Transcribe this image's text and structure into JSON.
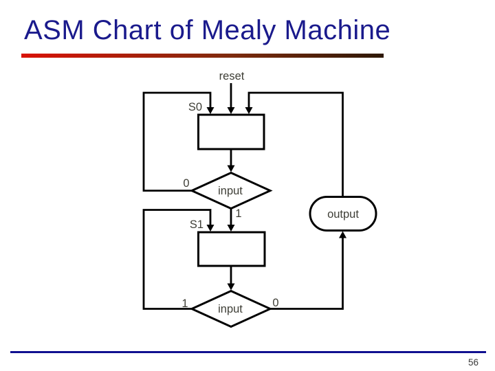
{
  "slide": {
    "title": "ASM Chart of Mealy Machine",
    "page_number": "56"
  },
  "colors": {
    "title": "#1a1a8c",
    "accent_bar_from": "#d91305",
    "accent_bar_mid": "#7e2b0e",
    "accent_bar_to": "#2d1804",
    "footer_line": "#101090",
    "diagram_stroke": "#000000",
    "diagram_label": "#3e3e36",
    "page_number": "#3a3a3a"
  },
  "diagram": {
    "reset_label": "reset",
    "states": [
      {
        "name": "S0"
      },
      {
        "name": "S1"
      }
    ],
    "decisions": [
      {
        "label": "input",
        "branch_left": "0",
        "branch_bottom": "1"
      },
      {
        "label": "input",
        "branch_left": "1",
        "branch_right": "0"
      }
    ],
    "output_label": "output"
  }
}
